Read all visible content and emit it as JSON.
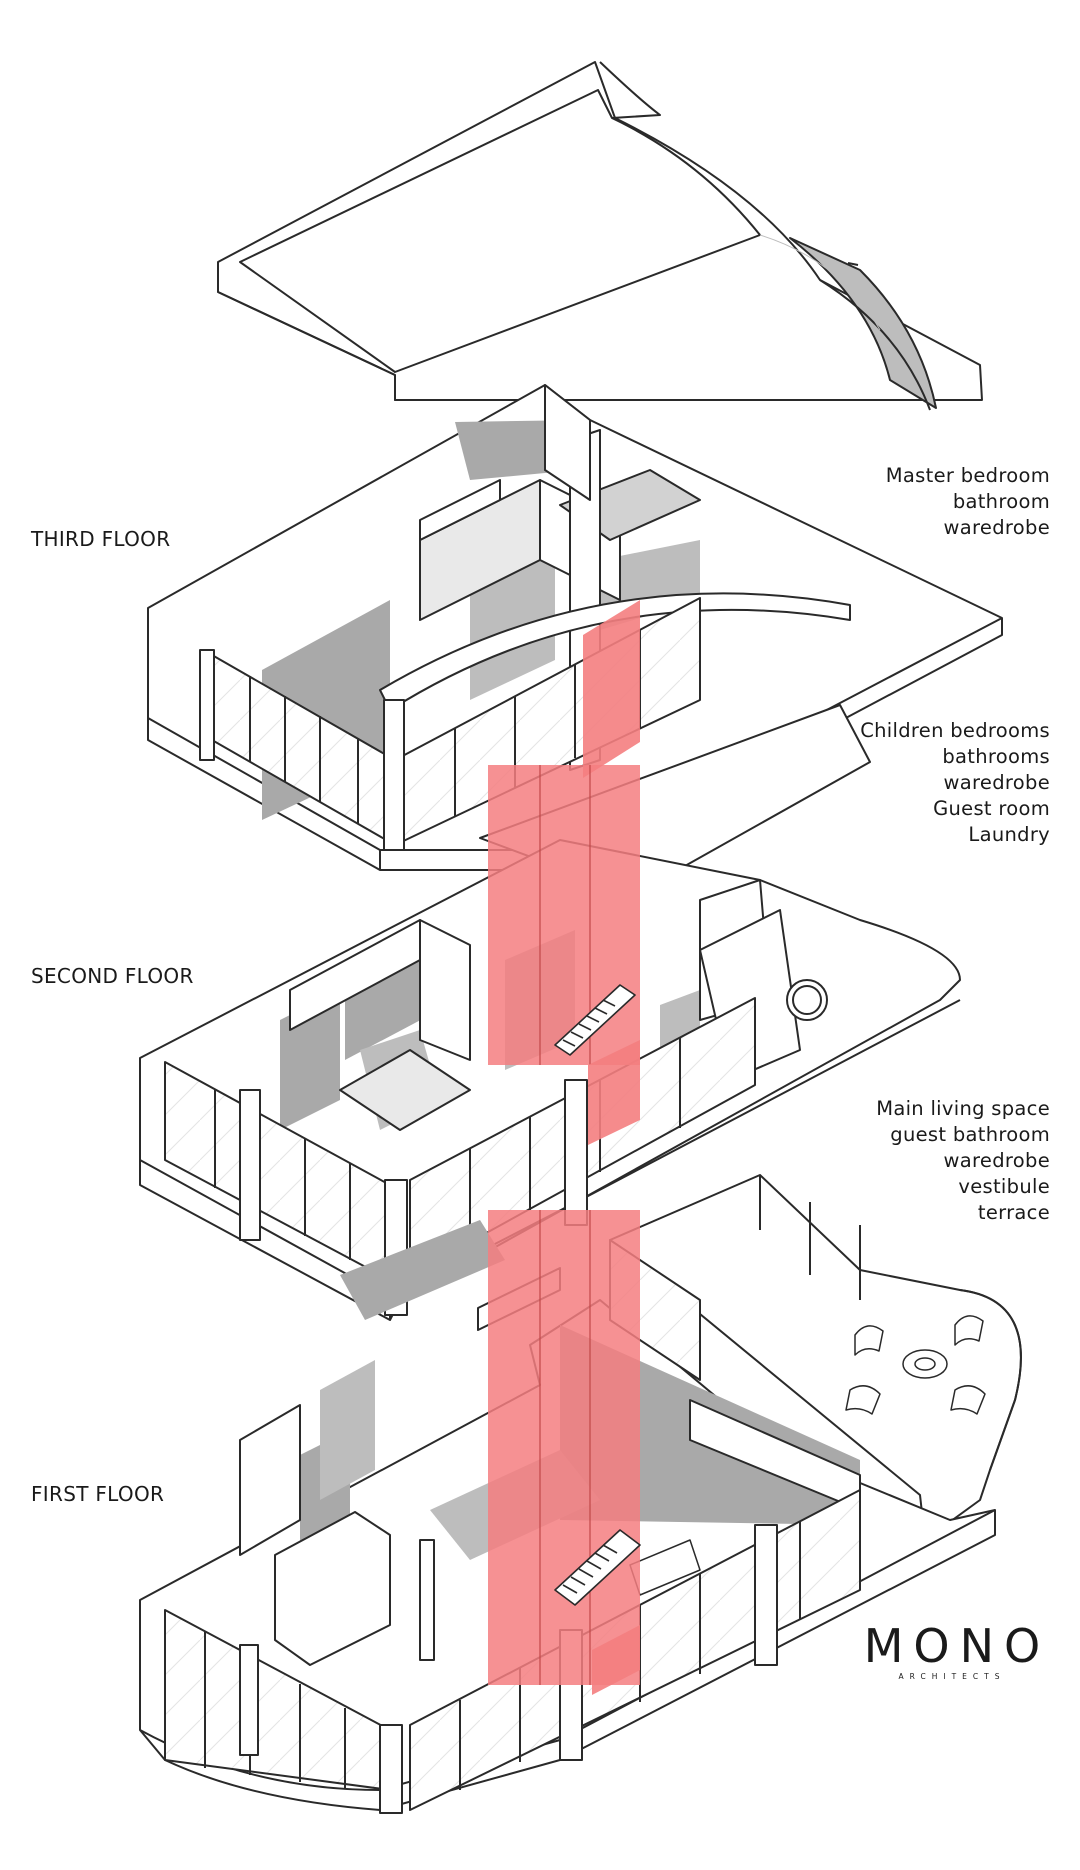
{
  "floors": [
    {
      "label": "THIRD FLOOR",
      "rooms": [
        "Master bedroom",
        "bathroom",
        "waredrobe"
      ]
    },
    {
      "label": "SECOND FLOOR",
      "rooms": [
        "Children bedrooms",
        "bathrooms",
        "waredrobe",
        "Guest room",
        "Laundry"
      ]
    },
    {
      "label": "FIRST FLOOR",
      "rooms": [
        "Main living space",
        "guest bathroom",
        "waredrobe",
        "vestibule",
        "terrace"
      ]
    }
  ],
  "logo": {
    "name": "MONO",
    "subtitle": "ARCHITECTS"
  },
  "colors": {
    "line": "#2a2a2a",
    "shadow": "#a9a9a9",
    "light_shadow": "#d2d2d2",
    "stair_core": "#f47e80",
    "background": "#ffffff"
  }
}
